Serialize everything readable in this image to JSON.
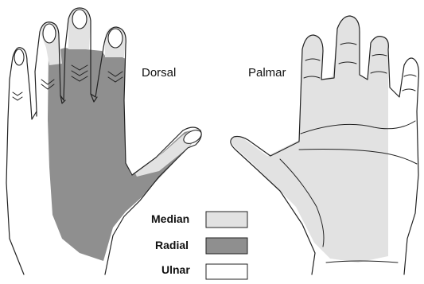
{
  "views": {
    "dorsal": "Dorsal",
    "palmar": "Palmar"
  },
  "legend": [
    {
      "label": "Median",
      "color": "#e2e2e2"
    },
    {
      "label": "Radial",
      "color": "#8f8f8f"
    },
    {
      "label": "Ulnar",
      "color": "#ffffff"
    }
  ],
  "colors": {
    "median": "#e2e2e2",
    "radial": "#8f8f8f",
    "ulnar": "#ffffff",
    "outline": "#222222"
  }
}
